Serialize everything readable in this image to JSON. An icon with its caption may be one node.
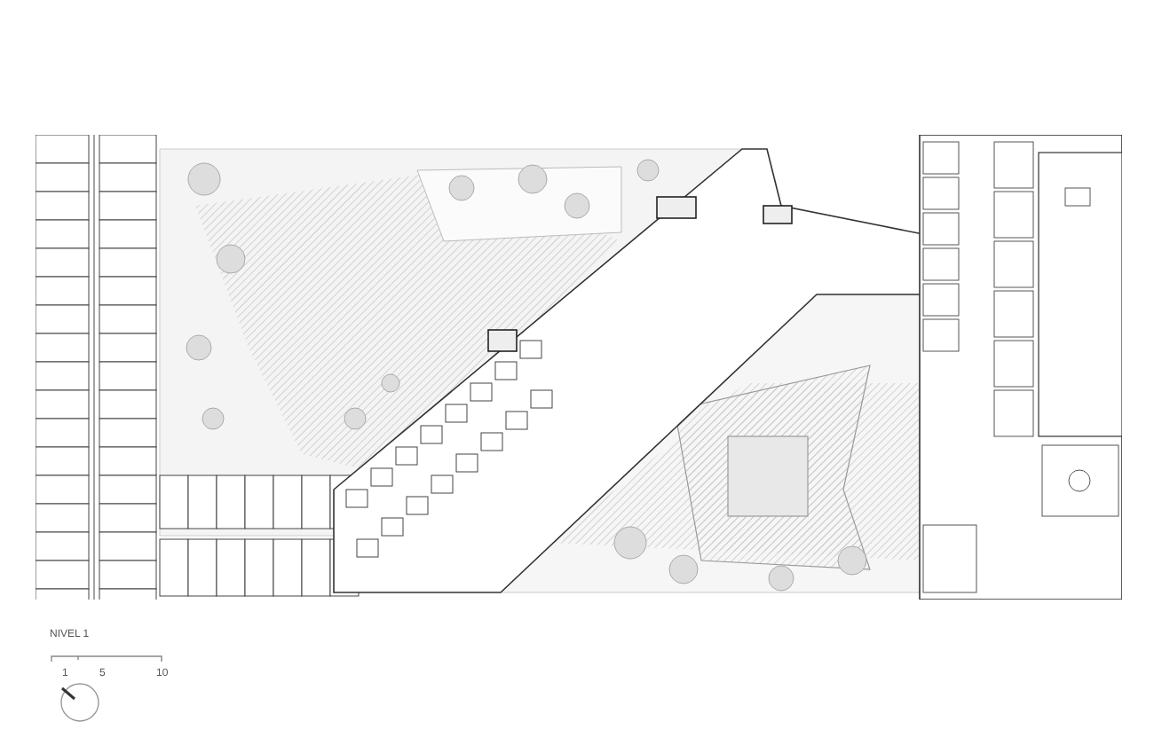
{
  "diagram": {
    "labels": [
      "NIVEL 1",
      "1",
      "5",
      "10"
    ]
  }
}
